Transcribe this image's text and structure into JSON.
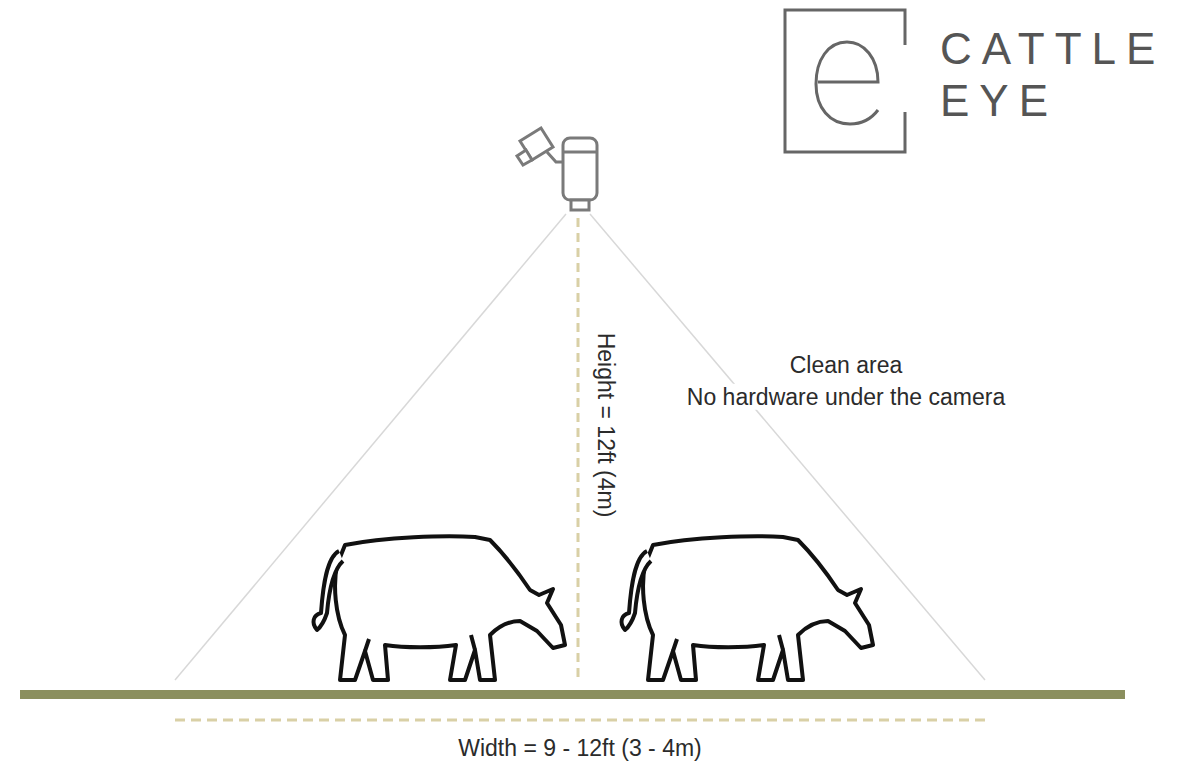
{
  "diagram": {
    "labels": [
      "CATTLE",
      "EYE",
      "Height = 12ft (4m)",
      "Clean area",
      "No hardware under the camera",
      "Width = 9 - 12ft (3 - 4m)"
    ]
  }
}
